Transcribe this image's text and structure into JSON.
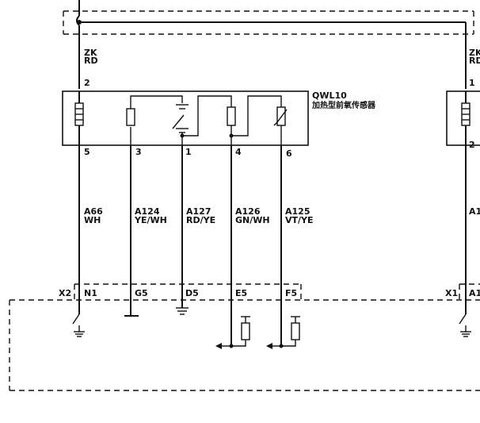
{
  "top_wire": {
    "code": "ZK",
    "color": "RD"
  },
  "connector_pin_top": "2",
  "component": {
    "id": "QWL10",
    "name": "加热型前氧传感器"
  },
  "pins_bottom": [
    "5",
    "3",
    "1",
    "4",
    "6"
  ],
  "wires": [
    {
      "code": "A66",
      "color": "WH"
    },
    {
      "code": "A124",
      "color": "YE/WH"
    },
    {
      "code": "A127",
      "color": "RD/YE"
    },
    {
      "code": "A126",
      "color": "GN/WH"
    },
    {
      "code": "A125",
      "color": "VT/YE"
    }
  ],
  "ecu_connector": {
    "id": "X2",
    "pins": [
      "N1",
      "G5",
      "D5",
      "E5",
      "F5"
    ]
  },
  "right_partial": {
    "top_wire": {
      "code": "ZK",
      "color": "RD"
    },
    "pin_top": "1",
    "pin_bottom": "2",
    "wire_code": "A1",
    "connector": "X1",
    "connector_pin": "A1"
  }
}
